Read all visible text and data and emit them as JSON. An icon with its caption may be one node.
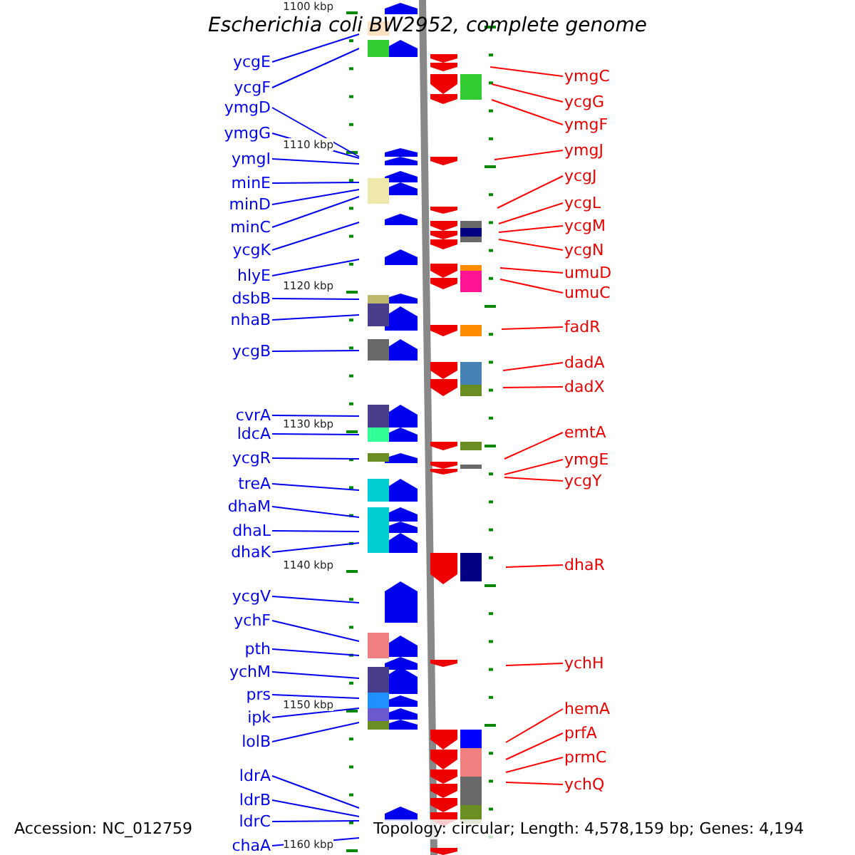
{
  "diagram": {
    "title": "Escherichia coli BW2952, complete genome",
    "nodes": [
      {
        "text": [
          "ycgE"
        ]
      },
      {
        "text": [
          "ycgF"
        ]
      },
      {
        "text": [
          "ymgD"
        ]
      },
      {
        "text": [
          "ymgG"
        ]
      },
      {
        "text": [
          "ymgI"
        ]
      },
      {
        "text": [
          "minE"
        ]
      },
      {
        "text": [
          "minD"
        ]
      },
      {
        "text": [
          "minC"
        ]
      },
      {
        "text": [
          "ycgK"
        ]
      },
      {
        "text": [
          "hlyE"
        ]
      },
      {
        "text": [
          "dsbB"
        ]
      },
      {
        "text": [
          "nhaB"
        ]
      },
      {
        "text": [
          "ycgB"
        ]
      },
      {
        "text": [
          "cvrA"
        ]
      },
      {
        "text": [
          "ldcA"
        ]
      },
      {
        "text": [
          "ycgR"
        ]
      },
      {
        "text": [
          "treA"
        ]
      },
      {
        "text": [
          "dhaM"
        ]
      },
      {
        "text": [
          "dhaL"
        ]
      },
      {
        "text": [
          "dhaK"
        ]
      },
      {
        "text": [
          "ycgV"
        ]
      },
      {
        "text": [
          "ychF"
        ]
      },
      {
        "text": [
          "pth"
        ]
      },
      {
        "text": [
          "ychM"
        ]
      },
      {
        "text": [
          "prs"
        ]
      },
      {
        "text": [
          "ipk"
        ]
      },
      {
        "text": [
          "lolB"
        ]
      },
      {
        "text": [
          "ldrA"
        ]
      },
      {
        "text": [
          "ldrB"
        ]
      },
      {
        "text": [
          "ldrC"
        ]
      },
      {
        "text": [
          "chaA"
        ]
      },
      {
        "text": [
          "ymgC"
        ]
      },
      {
        "text": [
          "ycgG"
        ]
      },
      {
        "text": [
          "ymgF"
        ]
      },
      {
        "text": [
          "ymgJ"
        ]
      },
      {
        "text": [
          "ycgJ"
        ]
      },
      {
        "text": [
          "ycgL"
        ]
      },
      {
        "text": [
          "ycgM"
        ]
      },
      {
        "text": [
          "ycgN"
        ]
      },
      {
        "text": [
          "umuD"
        ]
      },
      {
        "text": [
          "umuC"
        ]
      },
      {
        "text": [
          "fadR"
        ]
      },
      {
        "text": [
          "dadA"
        ]
      },
      {
        "text": [
          "dadX"
        ]
      },
      {
        "text": [
          "emtA"
        ]
      },
      {
        "text": [
          "ymgE"
        ]
      },
      {
        "text": [
          "ycgY"
        ]
      },
      {
        "text": [
          "dhaR"
        ]
      },
      {
        "text": [
          "ychH"
        ]
      },
      {
        "text": [
          "hemA"
        ]
      },
      {
        "text": [
          "prfA"
        ]
      },
      {
        "text": [
          "prmC"
        ]
      },
      {
        "text": [
          "ychQ"
        ]
      }
    ],
    "edges": [
      {
        "from": 0,
        "to": null,
        "arrow": "none"
      },
      {
        "from": 1,
        "to": null,
        "arrow": "none"
      },
      {
        "from": 2,
        "to": null,
        "arrow": "none"
      },
      {
        "from": 3,
        "to": null,
        "arrow": "none"
      },
      {
        "from": 4,
        "to": null,
        "arrow": "none"
      },
      {
        "from": 5,
        "to": null,
        "arrow": "none"
      },
      {
        "from": 6,
        "to": null,
        "arrow": "none"
      },
      {
        "from": 7,
        "to": null,
        "arrow": "none"
      },
      {
        "from": 8,
        "to": null,
        "arrow": "none"
      },
      {
        "from": 9,
        "to": null,
        "arrow": "none"
      },
      {
        "from": 10,
        "to": null,
        "arrow": "none"
      },
      {
        "from": 11,
        "to": null,
        "arrow": "none"
      },
      {
        "from": 12,
        "to": null,
        "arrow": "none"
      },
      {
        "from": 13,
        "to": null,
        "arrow": "none"
      },
      {
        "from": 14,
        "to": null,
        "arrow": "none"
      },
      {
        "from": 15,
        "to": null,
        "arrow": "none"
      },
      {
        "from": 16,
        "to": null,
        "arrow": "none"
      },
      {
        "from": 17,
        "to": null,
        "arrow": "none"
      },
      {
        "from": 18,
        "to": null,
        "arrow": "none"
      },
      {
        "from": 19,
        "to": null,
        "arrow": "none"
      },
      {
        "from": 20,
        "to": null,
        "arrow": "none"
      },
      {
        "from": 21,
        "to": null,
        "arrow": "none"
      },
      {
        "from": 22,
        "to": null,
        "arrow": "none"
      },
      {
        "from": 23,
        "to": null,
        "arrow": "none"
      },
      {
        "from": 24,
        "to": null,
        "arrow": "none"
      },
      {
        "from": 25,
        "to": null,
        "arrow": "none"
      },
      {
        "from": 26,
        "to": null,
        "arrow": "none"
      },
      {
        "from": 27,
        "to": null,
        "arrow": "none"
      },
      {
        "from": 28,
        "to": null,
        "arrow": "none"
      },
      {
        "from": 29,
        "to": null,
        "arrow": "none"
      },
      {
        "from": 30,
        "to": null,
        "arrow": "none"
      },
      {
        "from": 31,
        "to": null,
        "arrow": "none",
        "color": "#ff0000"
      },
      {
        "from": 32,
        "to": null,
        "arrow": "none",
        "color": "#ff0000"
      },
      {
        "from": 33,
        "to": null,
        "arrow": "none",
        "color": "#ff0000"
      },
      {
        "from": 34,
        "to": null,
        "arrow": "none",
        "color": "#ff0000"
      },
      {
        "from": 35,
        "to": null,
        "arrow": "none",
        "color": "#ff0000"
      },
      {
        "from": 36,
        "to": null,
        "arrow": "none",
        "color": "#ff0000"
      },
      {
        "from": 37,
        "to": null,
        "arrow": "none",
        "color": "#ff0000"
      },
      {
        "from": 38,
        "to": null,
        "arrow": "none",
        "color": "#ff0000"
      },
      {
        "from": 39,
        "to": null,
        "arrow": "none",
        "color": "#ff0000"
      },
      {
        "from": 40,
        "to": null,
        "arrow": "none",
        "color": "#ff0000"
      },
      {
        "from": 41,
        "to": null,
        "arrow": "none",
        "color": "#ff0000"
      },
      {
        "from": 42,
        "to": null,
        "arrow": "none",
        "color": "#ff0000"
      },
      {
        "from": 43,
        "to": null,
        "arrow": "none",
        "color": "#ff0000"
      },
      {
        "from": 44,
        "to": null,
        "arrow": "none",
        "color": "#ff0000"
      },
      {
        "from": 45,
        "to": null,
        "arrow": "none",
        "color": "#ff0000"
      },
      {
        "from": 46,
        "to": null,
        "arrow": "none",
        "color": "#ff0000"
      },
      {
        "from": 47,
        "to": null,
        "arrow": "none",
        "color": "#ff0000"
      },
      {
        "from": 48,
        "to": null,
        "arrow": "none",
        "color": "#ff0000"
      },
      {
        "from": 49,
        "to": null,
        "arrow": "none",
        "color": "#ff0000"
      },
      {
        "from": 50,
        "to": null,
        "arrow": "none",
        "color": "#ff0000"
      },
      {
        "from": 51,
        "to": null,
        "arrow": "none",
        "color": "#ff0000"
      },
      {
        "from": 52,
        "to": null,
        "arrow": "none",
        "color": "#ff0000"
      }
    ],
    "labels": [
      "1100 kbp",
      "1110 kbp",
      "1120 kbp",
      "1130 kbp",
      "1140 kbp",
      "1150 kbp",
      "1160 kbp",
      "Accession: NC_012759",
      "Topology: circular; Length: 4,578,159 bp; Genes: 4,194"
    ]
  }
}
